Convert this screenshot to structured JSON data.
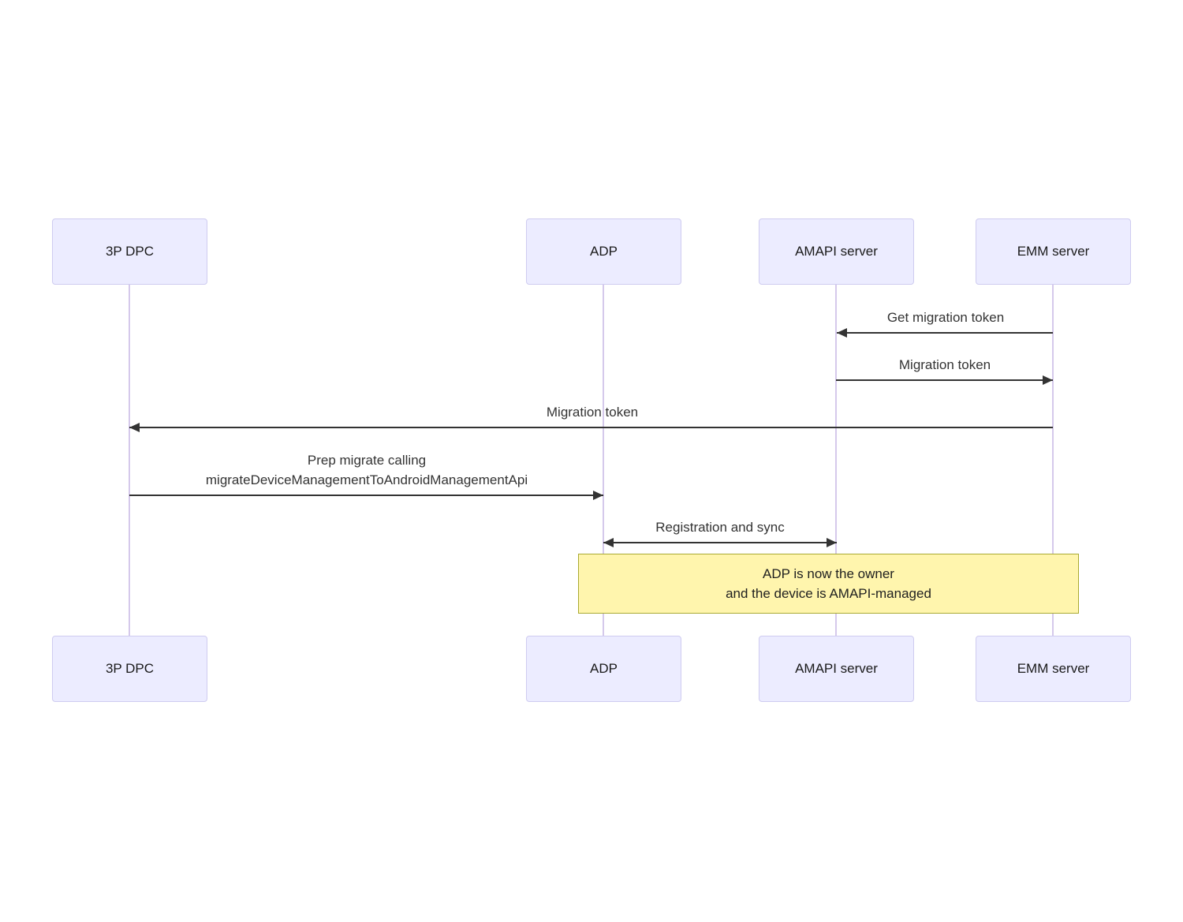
{
  "diagram": {
    "kind": "sequence-diagram",
    "actors": [
      {
        "id": "3p-dpc",
        "label": "3P DPC"
      },
      {
        "id": "adp",
        "label": "ADP"
      },
      {
        "id": "amapi-server",
        "label": "AMAPI server"
      },
      {
        "id": "emm-server",
        "label": "EMM server"
      }
    ],
    "messages": [
      {
        "label": "Get migration token",
        "from": "EMM server",
        "to": "AMAPI server",
        "arrow": "left"
      },
      {
        "label": "Migration token",
        "from": "AMAPI server",
        "to": "EMM server",
        "arrow": "right"
      },
      {
        "label": "Migration token",
        "from": "EMM server",
        "to": "3P DPC",
        "arrow": "left"
      },
      {
        "label_line1": "Prep migrate calling",
        "label_line2": "migrateDeviceManagementToAndroidManagementApi",
        "from": "3P DPC",
        "to": "ADP",
        "arrow": "right"
      },
      {
        "label": "Registration and sync",
        "from": "ADP",
        "to": "AMAPI server",
        "arrow": "both"
      }
    ],
    "note": {
      "line1": "ADP is now the owner",
      "line2": "and the device is AMAPI-managed",
      "fill": "#FFF5AD",
      "border": "#AAAA33"
    },
    "colors": {
      "actor_fill": "#ECECFF",
      "actor_border": "#CFCCF0",
      "lifeline": "#D5C9EB",
      "arrow": "#333333",
      "message_text": "#333333"
    }
  }
}
